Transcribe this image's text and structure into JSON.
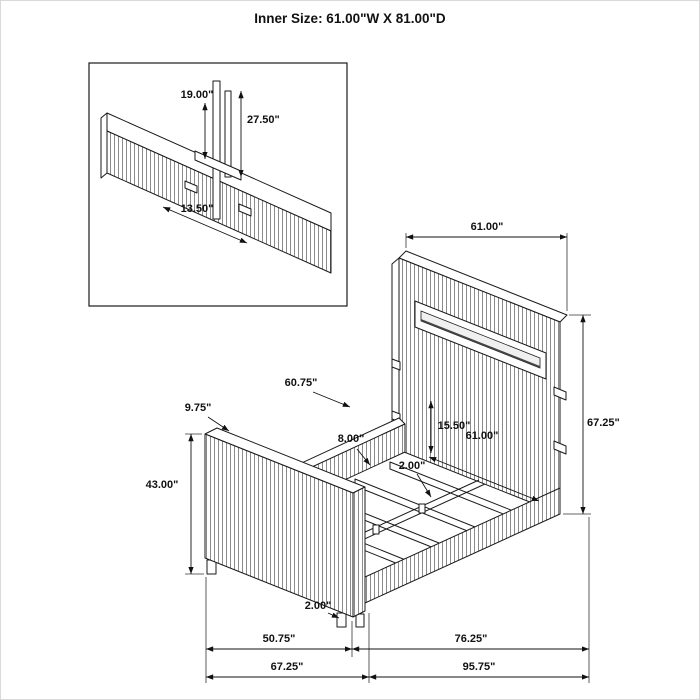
{
  "title": "Inner Size: 61.00\"W X 81.00\"D",
  "inset_detail": {
    "bracket_extension": "19.00\"",
    "bracket_total_height": "27.50\"",
    "bracket_offset": "13.50\""
  },
  "bed_dimensions": {
    "headboard_width": "61.00\"",
    "headboard_height": "67.25\"",
    "side_rail_length": "60.75\"",
    "rail_top_width": "9.75\"",
    "footboard_height": "43.00\"",
    "slat_offset": "8.00\"",
    "slat_clearance": "15.50\"",
    "inner_width": "61.00\"",
    "center_rail_height": "2.00\"",
    "leg_height": "2.00\"",
    "footboard_front_width": "50.75\"",
    "inner_depth": "76.25\"",
    "footboard_outer_width": "67.25\"",
    "overall_depth": "95.75\""
  }
}
